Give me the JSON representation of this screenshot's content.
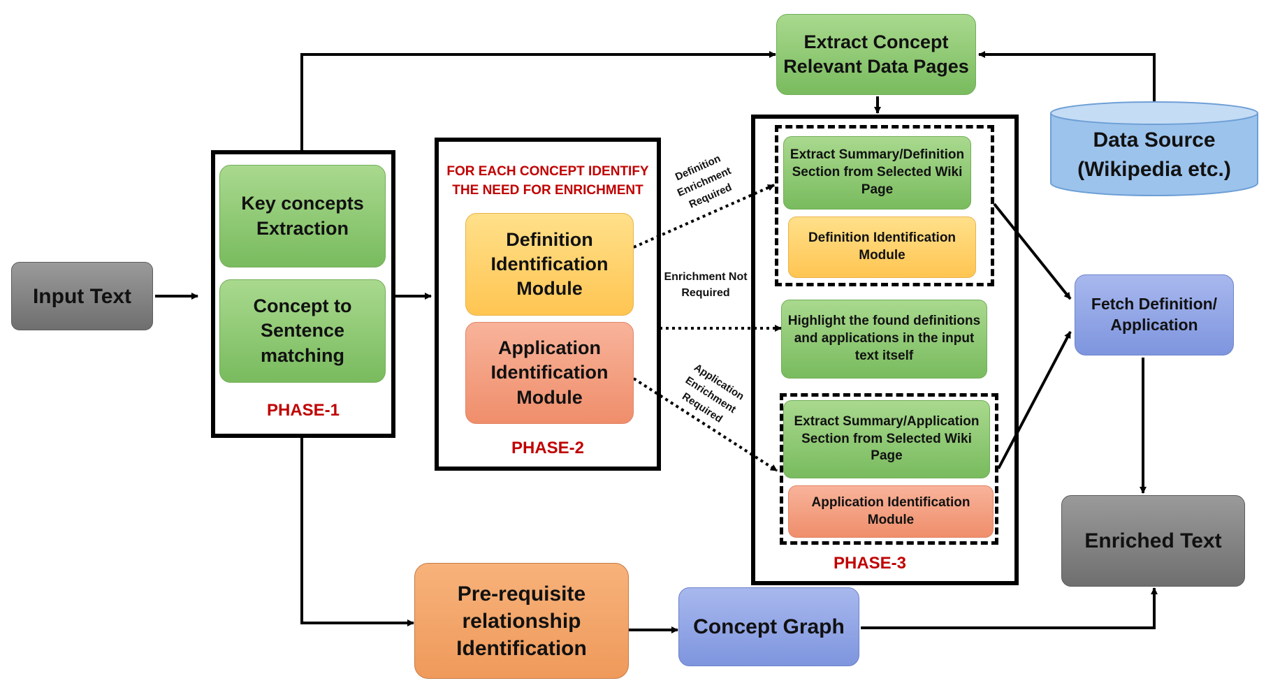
{
  "input_text": "Input Text",
  "phase1": {
    "key_concepts": "Key concepts Extraction",
    "concept_matching": "Concept to Sentence matching",
    "label": "PHASE-1"
  },
  "phase2": {
    "instruction": "FOR EACH CONCEPT IDENTIFY THE NEED FOR ENRICHMENT",
    "definition_module": "Definition Identification Module",
    "application_module": "Application Identification Module",
    "label": "PHASE-2"
  },
  "phase3": {
    "extract_summary_definition": "Extract Summary/Definition Section from Selected Wiki Page",
    "definition_module": "Definition Identification Module",
    "highlight": "Highlight the found definitions and applications in the input text itself",
    "extract_summary_application": "Extract Summary/Application Section from Selected Wiki Page",
    "application_module": "Application Identification Module",
    "label": "PHASE-3"
  },
  "extract_concept_pages": "Extract Concept Relevant Data Pages",
  "data_source": "Data Source (Wikipedia etc.)",
  "fetch": "Fetch Definition/ Application",
  "enriched_text": "Enriched Text",
  "prerequisite": "Pre-requisite relationship Identification",
  "concept_graph": "Concept Graph",
  "edge_labels": {
    "definition_enrichment": "Definition Enrichment Required",
    "enrichment_not_required": "Enrichment Not Required",
    "application_enrichment": "Application Enrichment Required"
  },
  "colors": {
    "phase_label": "#c00000",
    "green": "#8ccb6e",
    "yellow": "#ffd36a",
    "salmon": "#f4a080",
    "orange": "#f4a66a",
    "blue": "#91a6e6",
    "gray": "#858585",
    "cylinder": "#a6c8ee"
  }
}
